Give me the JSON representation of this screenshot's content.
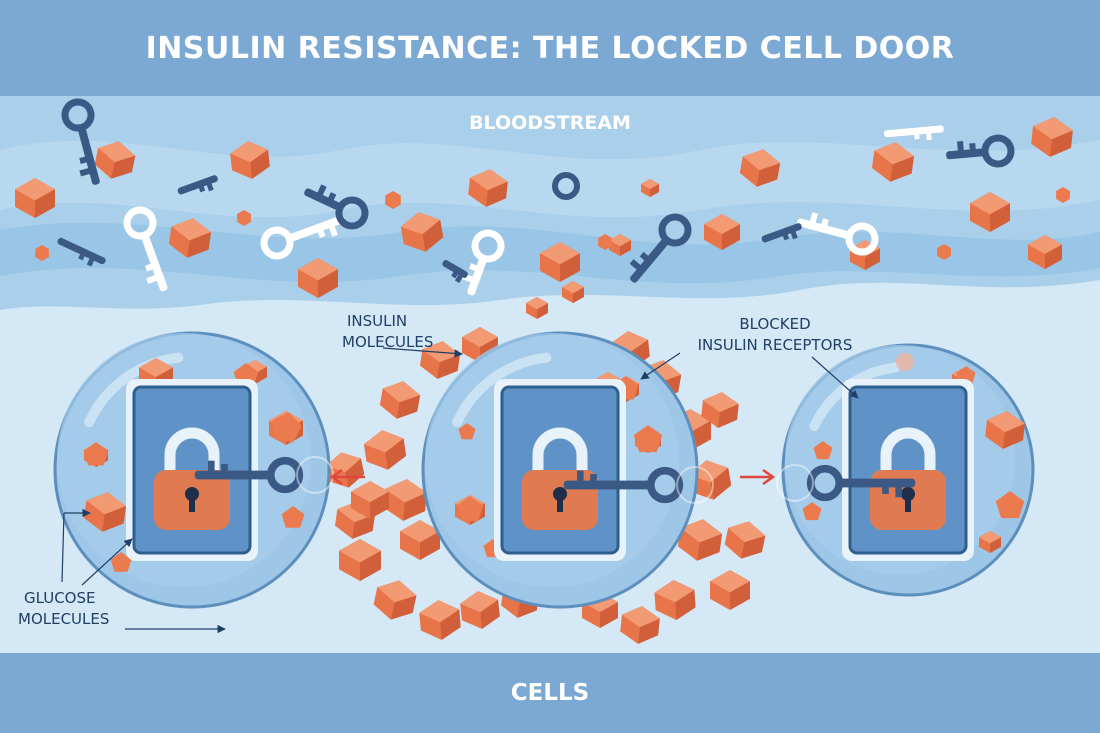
{
  "title": "INSULIN RESISTANCE: THE LOCKED CELL DOOR",
  "bloodstream_label": "BLOODSTREAM",
  "cells_label": "CELLS",
  "annotations": {
    "insulin_line1": "INSULIN",
    "insulin_line2": "MOLECULES",
    "blocked_line1": "BLOCKED",
    "blocked_line2": "INSULIN RECEPTORS",
    "glucose_line1": "GLUCOSE",
    "glucose_line2": "MOLECULES"
  },
  "colors": {
    "header": "#7ba9d3",
    "background": "#d4e8f6",
    "bloodstream": "#a9cfeb",
    "glucose": "#e8744a",
    "lock": "#e07a50",
    "key": "#3a5a85",
    "arrow": "#e0473a",
    "label": "#1f3f66"
  },
  "icons": [
    "glucose-cube-icon",
    "insulin-key-icon",
    "padlock-icon",
    "cell-membrane-icon"
  ]
}
